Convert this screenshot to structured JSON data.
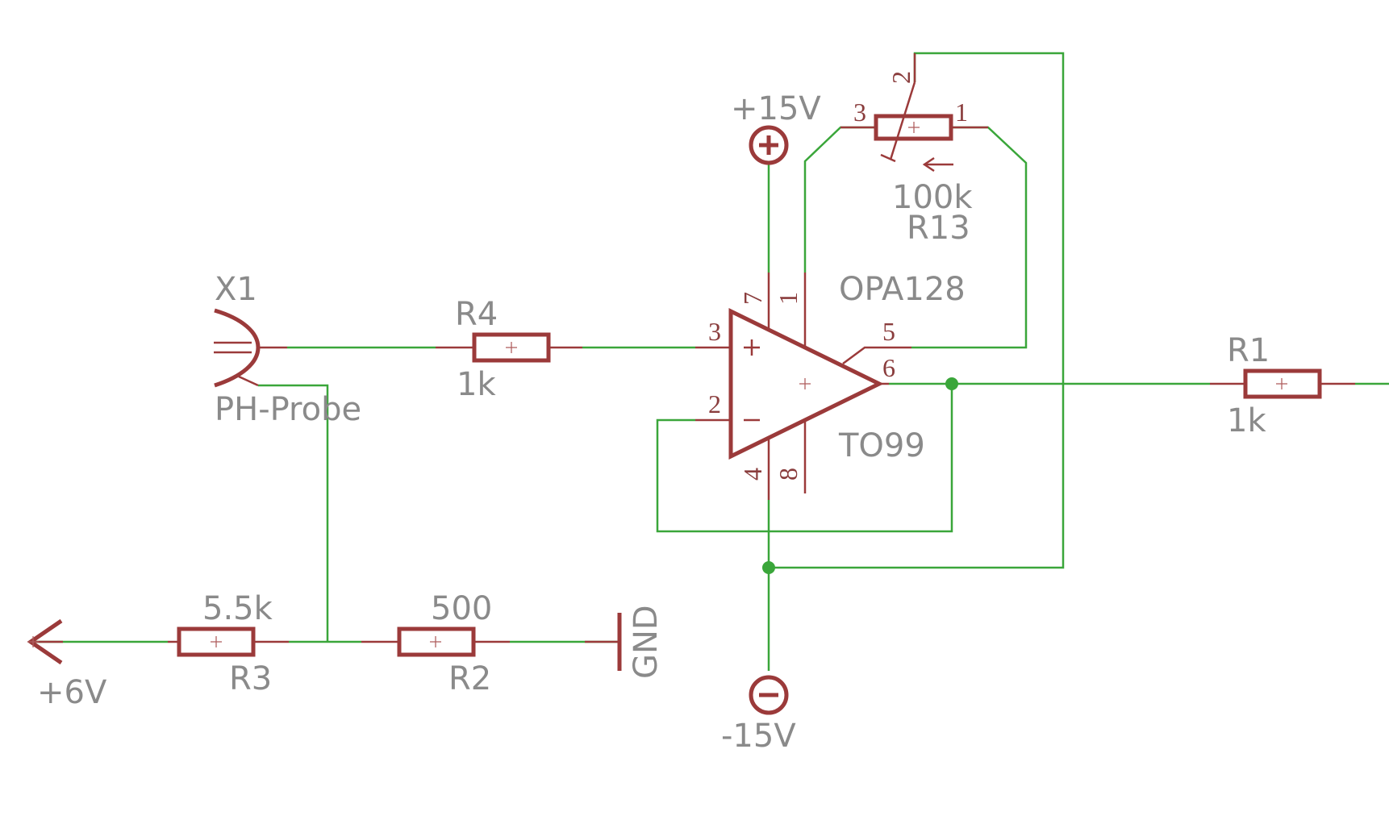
{
  "colors": {
    "wire": "#3aa63a",
    "part": "#9b3a3a",
    "label": "#8a8a8a"
  },
  "probe": {
    "name": "X1",
    "value": "PH-Probe"
  },
  "r4": {
    "name": "R4",
    "value": "1k"
  },
  "r1": {
    "name": "R1",
    "value": "1k"
  },
  "r3": {
    "name": "R3",
    "value": "5.5k"
  },
  "r2": {
    "name": "R2",
    "value": "500"
  },
  "r13": {
    "name": "R13",
    "value": "100k",
    "pins": [
      "3",
      "2",
      "1"
    ]
  },
  "opamp": {
    "name": "OPA128",
    "package": "TO99",
    "pins": {
      "p1": "1",
      "p2": "2",
      "p3": "3",
      "p4": "4",
      "p5": "5",
      "p6": "6",
      "p7": "7",
      "p8": "8"
    }
  },
  "supplies": {
    "pos": "+15V",
    "neg": "-15V",
    "ref": "+6V",
    "gnd": "GND"
  }
}
